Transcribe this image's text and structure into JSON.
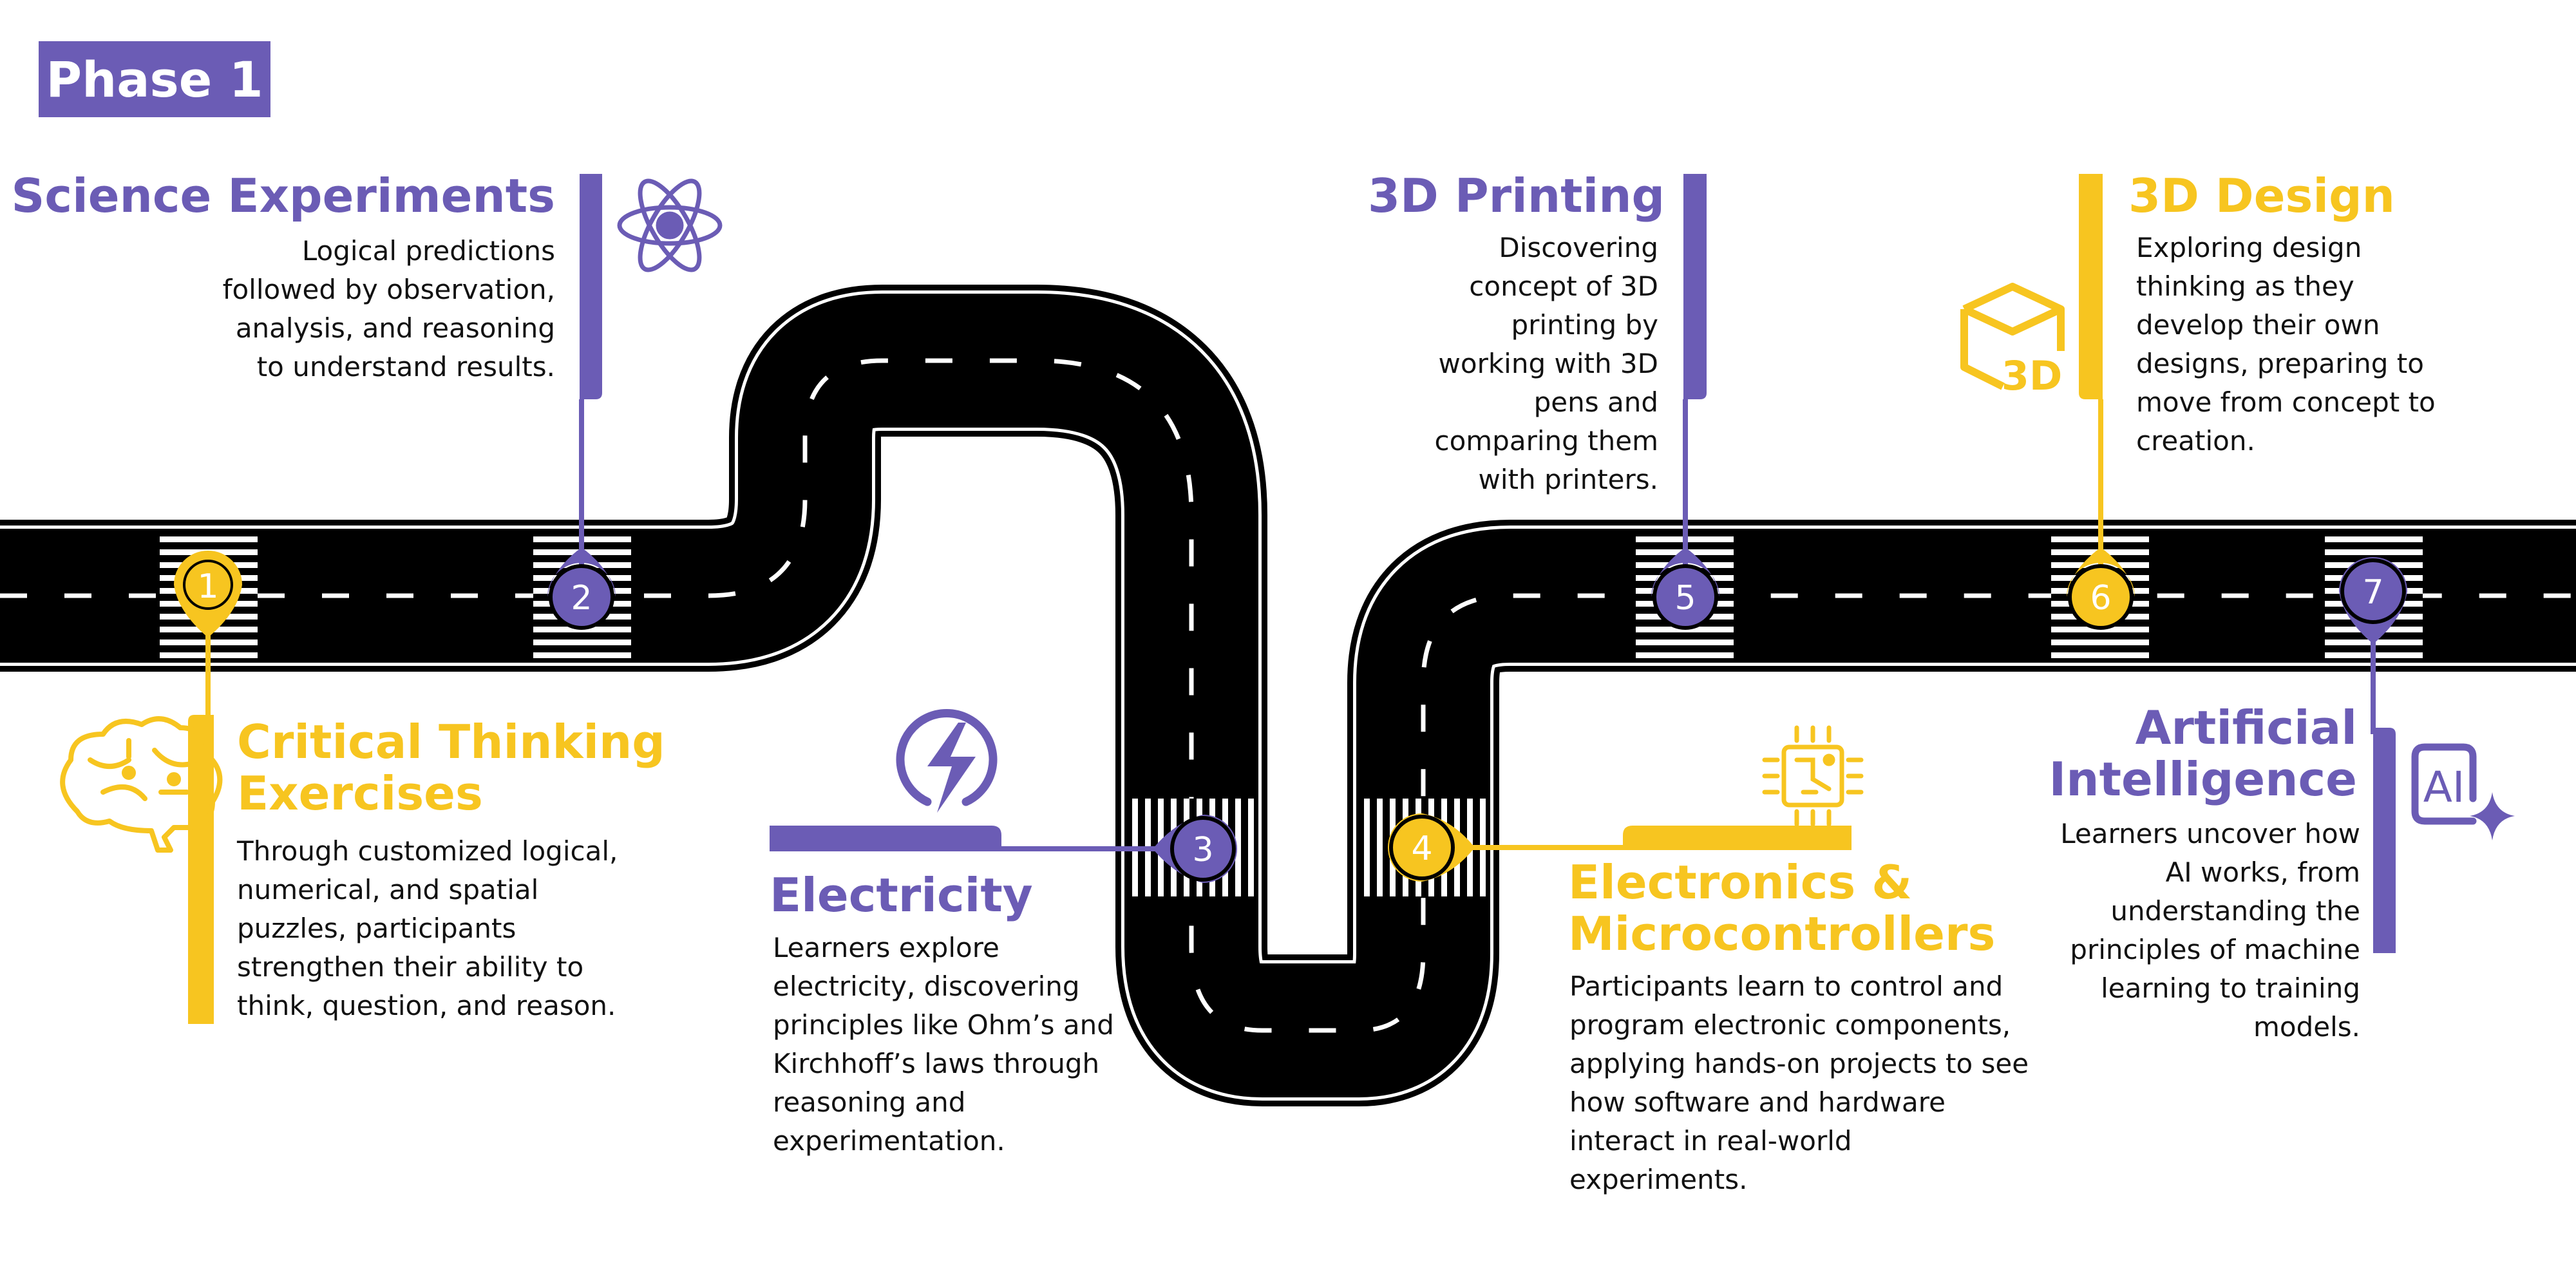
{
  "phase": "Phase 1",
  "colors": {
    "purple": "#6b5cb5",
    "yellow": "#f7c520",
    "road": "#000000"
  },
  "milestones": [
    {
      "number": "1",
      "title": "Critical Thinking Exercises",
      "title_lines": [
        "Critical Thinking",
        "Exercises"
      ],
      "description_lines": [
        "Through customized logical,",
        "numerical, and spatial",
        "puzzles, participants",
        "strengthen their ability to",
        "think, question, and reason."
      ],
      "icon": "brain-icon",
      "color": "yellow"
    },
    {
      "number": "2",
      "title": "Science Experiments",
      "title_lines": [
        "Science Experiments"
      ],
      "description_lines": [
        "Logical predictions",
        "followed by observation,",
        "analysis, and reasoning",
        "to understand results."
      ],
      "icon": "atom-icon",
      "color": "purple"
    },
    {
      "number": "3",
      "title": "Electricity",
      "title_lines": [
        "Electricity"
      ],
      "description_lines": [
        "Learners explore",
        "electricity, discovering",
        "principles like Ohm’s and",
        "Kirchhoff’s laws through",
        "reasoning and",
        "experimentation."
      ],
      "icon": "lightning-icon",
      "color": "purple"
    },
    {
      "number": "4",
      "title": "Electronics & Microcontrollers",
      "title_lines": [
        "Electronics &",
        "Microcontrollers"
      ],
      "description_lines": [
        "Participants learn to control and",
        "program electronic components,",
        "applying hands-on projects to see",
        "how software and hardware",
        "interact in real-world",
        "experiments."
      ],
      "icon": "chip-icon",
      "color": "yellow"
    },
    {
      "number": "5",
      "title": "3D Printing",
      "title_lines": [
        "3D Printing"
      ],
      "description_lines": [
        "Discovering",
        "concept of 3D",
        "printing by",
        "working with 3D",
        "pens and",
        "comparing them",
        "with printers."
      ],
      "icon": "printer-icon",
      "color": "purple"
    },
    {
      "number": "6",
      "title": "3D Design",
      "title_lines": [
        "3D Design"
      ],
      "description_lines": [
        "Exploring design",
        "thinking as they",
        "develop their own",
        "designs, preparing to",
        "move from concept to",
        "creation."
      ],
      "icon": "cube-3d-icon",
      "icon_label": "3D",
      "color": "yellow"
    },
    {
      "number": "7",
      "title": "Artificial Intelligence",
      "title_lines": [
        "Artificial",
        "Intelligence"
      ],
      "description_lines": [
        "Learners uncover how",
        "AI works, from",
        "understanding the",
        "principles of machine",
        "learning to training",
        "models."
      ],
      "icon": "ai-sparkle-icon",
      "icon_label": "AI",
      "color": "purple"
    }
  ]
}
